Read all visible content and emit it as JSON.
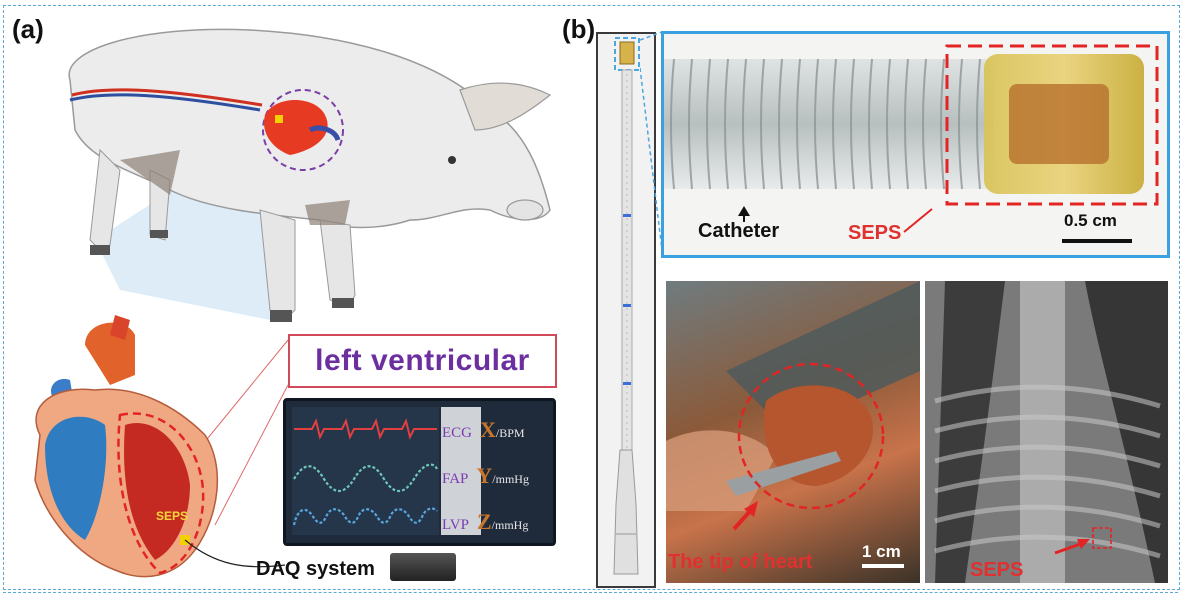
{
  "panels": {
    "a": "(a)",
    "b": "(b)"
  },
  "callout": "left  ventricular",
  "monitor": {
    "rows": [
      {
        "signal": "ECG",
        "var": "X",
        "unit": "/BPM"
      },
      {
        "signal": "FAP",
        "var": "Y",
        "unit": "/mmHg"
      },
      {
        "signal": "LVP",
        "var": "Z",
        "unit": "/mmHg"
      }
    ]
  },
  "daq_label": "DAQ system",
  "heart_sensor_label": "SEPS",
  "catheter_photo": {
    "catheter_label": "Catheter",
    "seps_label": "SEPS",
    "scale": "0.5 cm"
  },
  "surgery_photo": {
    "caption": "The tip of heart",
    "scale": "1 cm"
  },
  "xray_photo": {
    "seps_label": "SEPS"
  },
  "colors": {
    "frame": "#5aa9d6",
    "red": "#e03030",
    "purple": "#6b2fa0",
    "orange": "#c8762a"
  }
}
